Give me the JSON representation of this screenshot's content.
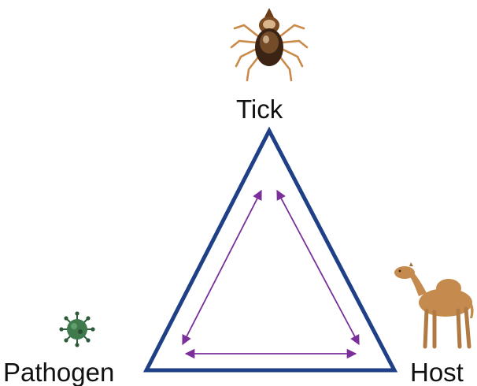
{
  "nodes": {
    "tick": {
      "label": "Tick",
      "icon": "tick-icon"
    },
    "pathogen": {
      "label": "Pathogen",
      "icon": "virus-icon"
    },
    "host": {
      "label": "Host",
      "icon": "camel-icon"
    }
  },
  "edges": [
    {
      "from": "tick",
      "to": "pathogen",
      "direction": "bidirectional"
    },
    {
      "from": "tick",
      "to": "host",
      "direction": "bidirectional"
    },
    {
      "from": "pathogen",
      "to": "host",
      "direction": "bidirectional"
    }
  ],
  "colors": {
    "triangle_stroke": "#1f3f86",
    "arrow_stroke": "#7a2f9a",
    "label_text": "#111111"
  }
}
